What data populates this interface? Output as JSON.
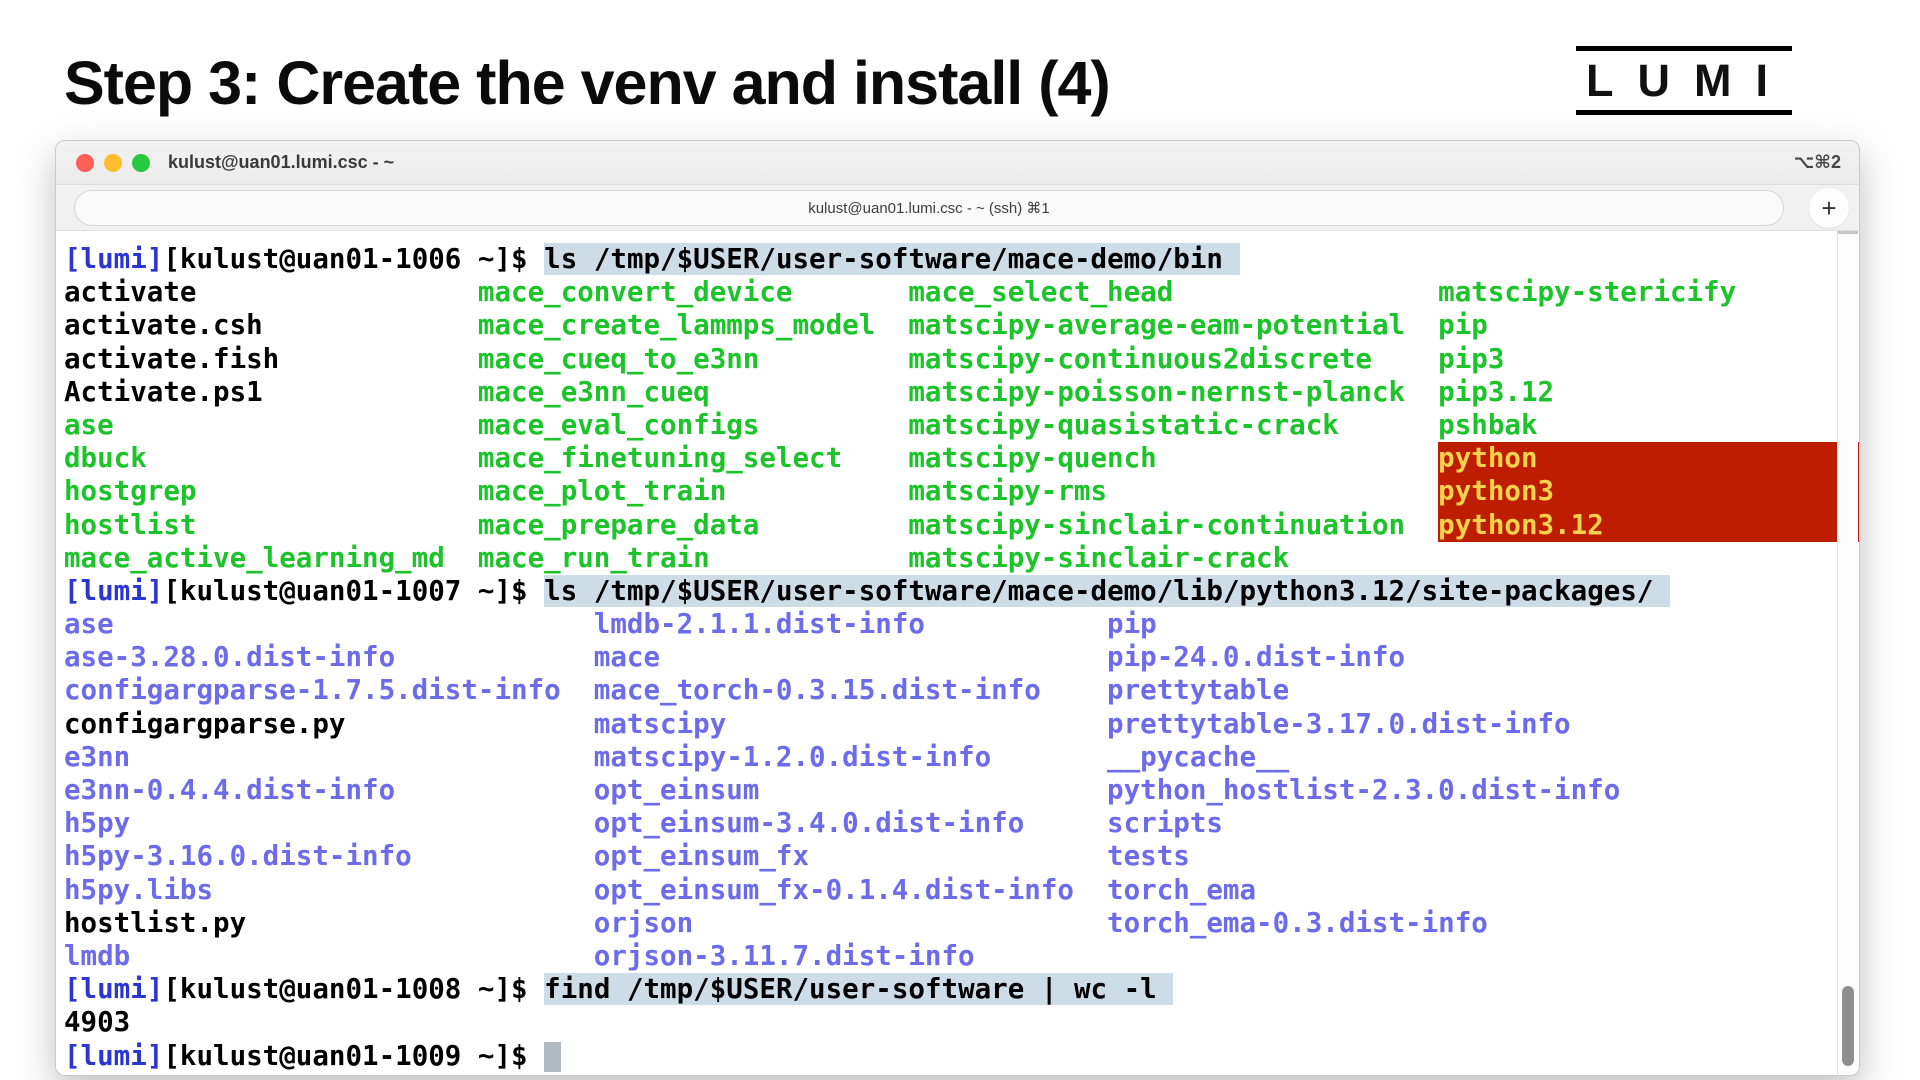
{
  "slide": {
    "title": "Step 3: Create the venv and install (4)",
    "logo_text": "LUMI"
  },
  "window": {
    "titlebar": {
      "title": "kulust@uan01.lumi.csc - ~",
      "shortcut": "⌥⌘2"
    },
    "tabbar": {
      "tab_label": "kulust@uan01.lumi.csc - ~ (ssh)  ⌘1",
      "new_tab_label": "+"
    }
  },
  "colors": {
    "exec_green": "#1bc428",
    "dir_blue": "#6b6bec",
    "prompt_blue": "#2a35d4",
    "cmd_highlight": "#cdddE7",
    "pyexec_bg_red": "#bf1d01",
    "pyexec_text_yellow": "#f5d24b",
    "cursor_gray": "#b0b9bf",
    "light_red": "#ff5f57",
    "light_yellow": "#febc2e",
    "light_green": "#28c840"
  },
  "terminal": {
    "lines": [
      {
        "type": "prompt",
        "host": "[lumi]",
        "prompt": "[kulust@uan01-1006 ~]$ ",
        "cmd": "ls /tmp/$USER/user-software/mace-demo/bin"
      },
      {
        "type": "row",
        "cols": [
          25,
          26,
          32
        ],
        "cells": [
          {
            "t": "activate",
            "c": "k"
          },
          {
            "t": "mace_convert_device",
            "c": "g"
          },
          {
            "t": "mace_select_head",
            "c": "g"
          },
          {
            "t": "matscipy-stericify",
            "c": "g"
          }
        ]
      },
      {
        "type": "row",
        "cols": [
          25,
          26,
          32
        ],
        "cells": [
          {
            "t": "activate.csh",
            "c": "k"
          },
          {
            "t": "mace_create_lammps_model",
            "c": "g"
          },
          {
            "t": "matscipy-average-eam-potential",
            "c": "g"
          },
          {
            "t": "pip",
            "c": "g"
          }
        ]
      },
      {
        "type": "row",
        "cols": [
          25,
          26,
          32
        ],
        "cells": [
          {
            "t": "activate.fish",
            "c": "k"
          },
          {
            "t": "mace_cueq_to_e3nn",
            "c": "g"
          },
          {
            "t": "matscipy-continuous2discrete",
            "c": "g"
          },
          {
            "t": "pip3",
            "c": "g"
          }
        ]
      },
      {
        "type": "row",
        "cols": [
          25,
          26,
          32
        ],
        "cells": [
          {
            "t": "Activate.ps1",
            "c": "k"
          },
          {
            "t": "mace_e3nn_cueq",
            "c": "g"
          },
          {
            "t": "matscipy-poisson-nernst-planck",
            "c": "g"
          },
          {
            "t": "pip3.12",
            "c": "g"
          }
        ]
      },
      {
        "type": "row",
        "cols": [
          25,
          26,
          32
        ],
        "cells": [
          {
            "t": "ase",
            "c": "g"
          },
          {
            "t": "mace_eval_configs",
            "c": "g"
          },
          {
            "t": "matscipy-quasistatic-crack",
            "c": "g"
          },
          {
            "t": "pshbak",
            "c": "g"
          }
        ]
      },
      {
        "type": "row",
        "cols": [
          25,
          26,
          32
        ],
        "cells": [
          {
            "t": "dbuck",
            "c": "g"
          },
          {
            "t": "mace_finetuning_select",
            "c": "g"
          },
          {
            "t": "matscipy-quench",
            "c": "g"
          },
          {
            "t": "python",
            "c": "x"
          }
        ]
      },
      {
        "type": "row",
        "cols": [
          25,
          26,
          32
        ],
        "cells": [
          {
            "t": "hostgrep",
            "c": "g"
          },
          {
            "t": "mace_plot_train",
            "c": "g"
          },
          {
            "t": "matscipy-rms",
            "c": "g"
          },
          {
            "t": "python3",
            "c": "x"
          }
        ]
      },
      {
        "type": "row",
        "cols": [
          25,
          26,
          32
        ],
        "cells": [
          {
            "t": "hostlist",
            "c": "g"
          },
          {
            "t": "mace_prepare_data",
            "c": "g"
          },
          {
            "t": "matscipy-sinclair-continuation",
            "c": "g"
          },
          {
            "t": "python3.12",
            "c": "x"
          }
        ]
      },
      {
        "type": "row",
        "cols": [
          25,
          26,
          32
        ],
        "cells": [
          {
            "t": "mace_active_learning_md",
            "c": "g"
          },
          {
            "t": "mace_run_train",
            "c": "g"
          },
          {
            "t": "matscipy-sinclair-crack",
            "c": "g"
          }
        ]
      },
      {
        "type": "prompt",
        "host": "[lumi]",
        "prompt": "[kulust@uan01-1007 ~]$ ",
        "cmd": "ls /tmp/$USER/user-software/mace-demo/lib/python3.12/site-packages/"
      },
      {
        "type": "row",
        "cols": [
          32,
          31
        ],
        "cells": [
          {
            "t": "ase",
            "c": "b"
          },
          {
            "t": "lmdb-2.1.1.dist-info",
            "c": "b"
          },
          {
            "t": "pip",
            "c": "b"
          }
        ]
      },
      {
        "type": "row",
        "cols": [
          32,
          31
        ],
        "cells": [
          {
            "t": "ase-3.28.0.dist-info",
            "c": "b"
          },
          {
            "t": "mace",
            "c": "b"
          },
          {
            "t": "pip-24.0.dist-info",
            "c": "b"
          }
        ]
      },
      {
        "type": "row",
        "cols": [
          32,
          31
        ],
        "cells": [
          {
            "t": "configargparse-1.7.5.dist-info",
            "c": "b"
          },
          {
            "t": "mace_torch-0.3.15.dist-info",
            "c": "b"
          },
          {
            "t": "prettytable",
            "c": "b"
          }
        ]
      },
      {
        "type": "row",
        "cols": [
          32,
          31
        ],
        "cells": [
          {
            "t": "configargparse.py",
            "c": "k"
          },
          {
            "t": "matscipy",
            "c": "b"
          },
          {
            "t": "prettytable-3.17.0.dist-info",
            "c": "b"
          }
        ]
      },
      {
        "type": "row",
        "cols": [
          32,
          31
        ],
        "cells": [
          {
            "t": "e3nn",
            "c": "b"
          },
          {
            "t": "matscipy-1.2.0.dist-info",
            "c": "b"
          },
          {
            "t": "__pycache__",
            "c": "b"
          }
        ]
      },
      {
        "type": "row",
        "cols": [
          32,
          31
        ],
        "cells": [
          {
            "t": "e3nn-0.4.4.dist-info",
            "c": "b"
          },
          {
            "t": "opt_einsum",
            "c": "b"
          },
          {
            "t": "python_hostlist-2.3.0.dist-info",
            "c": "b"
          }
        ]
      },
      {
        "type": "row",
        "cols": [
          32,
          31
        ],
        "cells": [
          {
            "t": "h5py",
            "c": "b"
          },
          {
            "t": "opt_einsum-3.4.0.dist-info",
            "c": "b"
          },
          {
            "t": "scripts",
            "c": "b"
          }
        ]
      },
      {
        "type": "row",
        "cols": [
          32,
          31
        ],
        "cells": [
          {
            "t": "h5py-3.16.0.dist-info",
            "c": "b"
          },
          {
            "t": "opt_einsum_fx",
            "c": "b"
          },
          {
            "t": "tests",
            "c": "b"
          }
        ]
      },
      {
        "type": "row",
        "cols": [
          32,
          31
        ],
        "cells": [
          {
            "t": "h5py.libs",
            "c": "b"
          },
          {
            "t": "opt_einsum_fx-0.1.4.dist-info",
            "c": "b"
          },
          {
            "t": "torch_ema",
            "c": "b"
          }
        ]
      },
      {
        "type": "row",
        "cols": [
          32,
          31
        ],
        "cells": [
          {
            "t": "hostlist.py",
            "c": "k"
          },
          {
            "t": "orjson",
            "c": "b"
          },
          {
            "t": "torch_ema-0.3.dist-info",
            "c": "b"
          }
        ]
      },
      {
        "type": "row",
        "cols": [
          32,
          31
        ],
        "cells": [
          {
            "t": "lmdb",
            "c": "b"
          },
          {
            "t": "orjson-3.11.7.dist-info",
            "c": "b"
          }
        ]
      },
      {
        "type": "prompt",
        "host": "[lumi]",
        "prompt": "[kulust@uan01-1008 ~]$ ",
        "cmd": "find /tmp/$USER/user-software | wc -l"
      },
      {
        "type": "plain",
        "text": "4903"
      },
      {
        "type": "prompt",
        "host": "[lumi]",
        "prompt": "[kulust@uan01-1009 ~]$ ",
        "cmd": "",
        "cursor": true
      }
    ]
  }
}
